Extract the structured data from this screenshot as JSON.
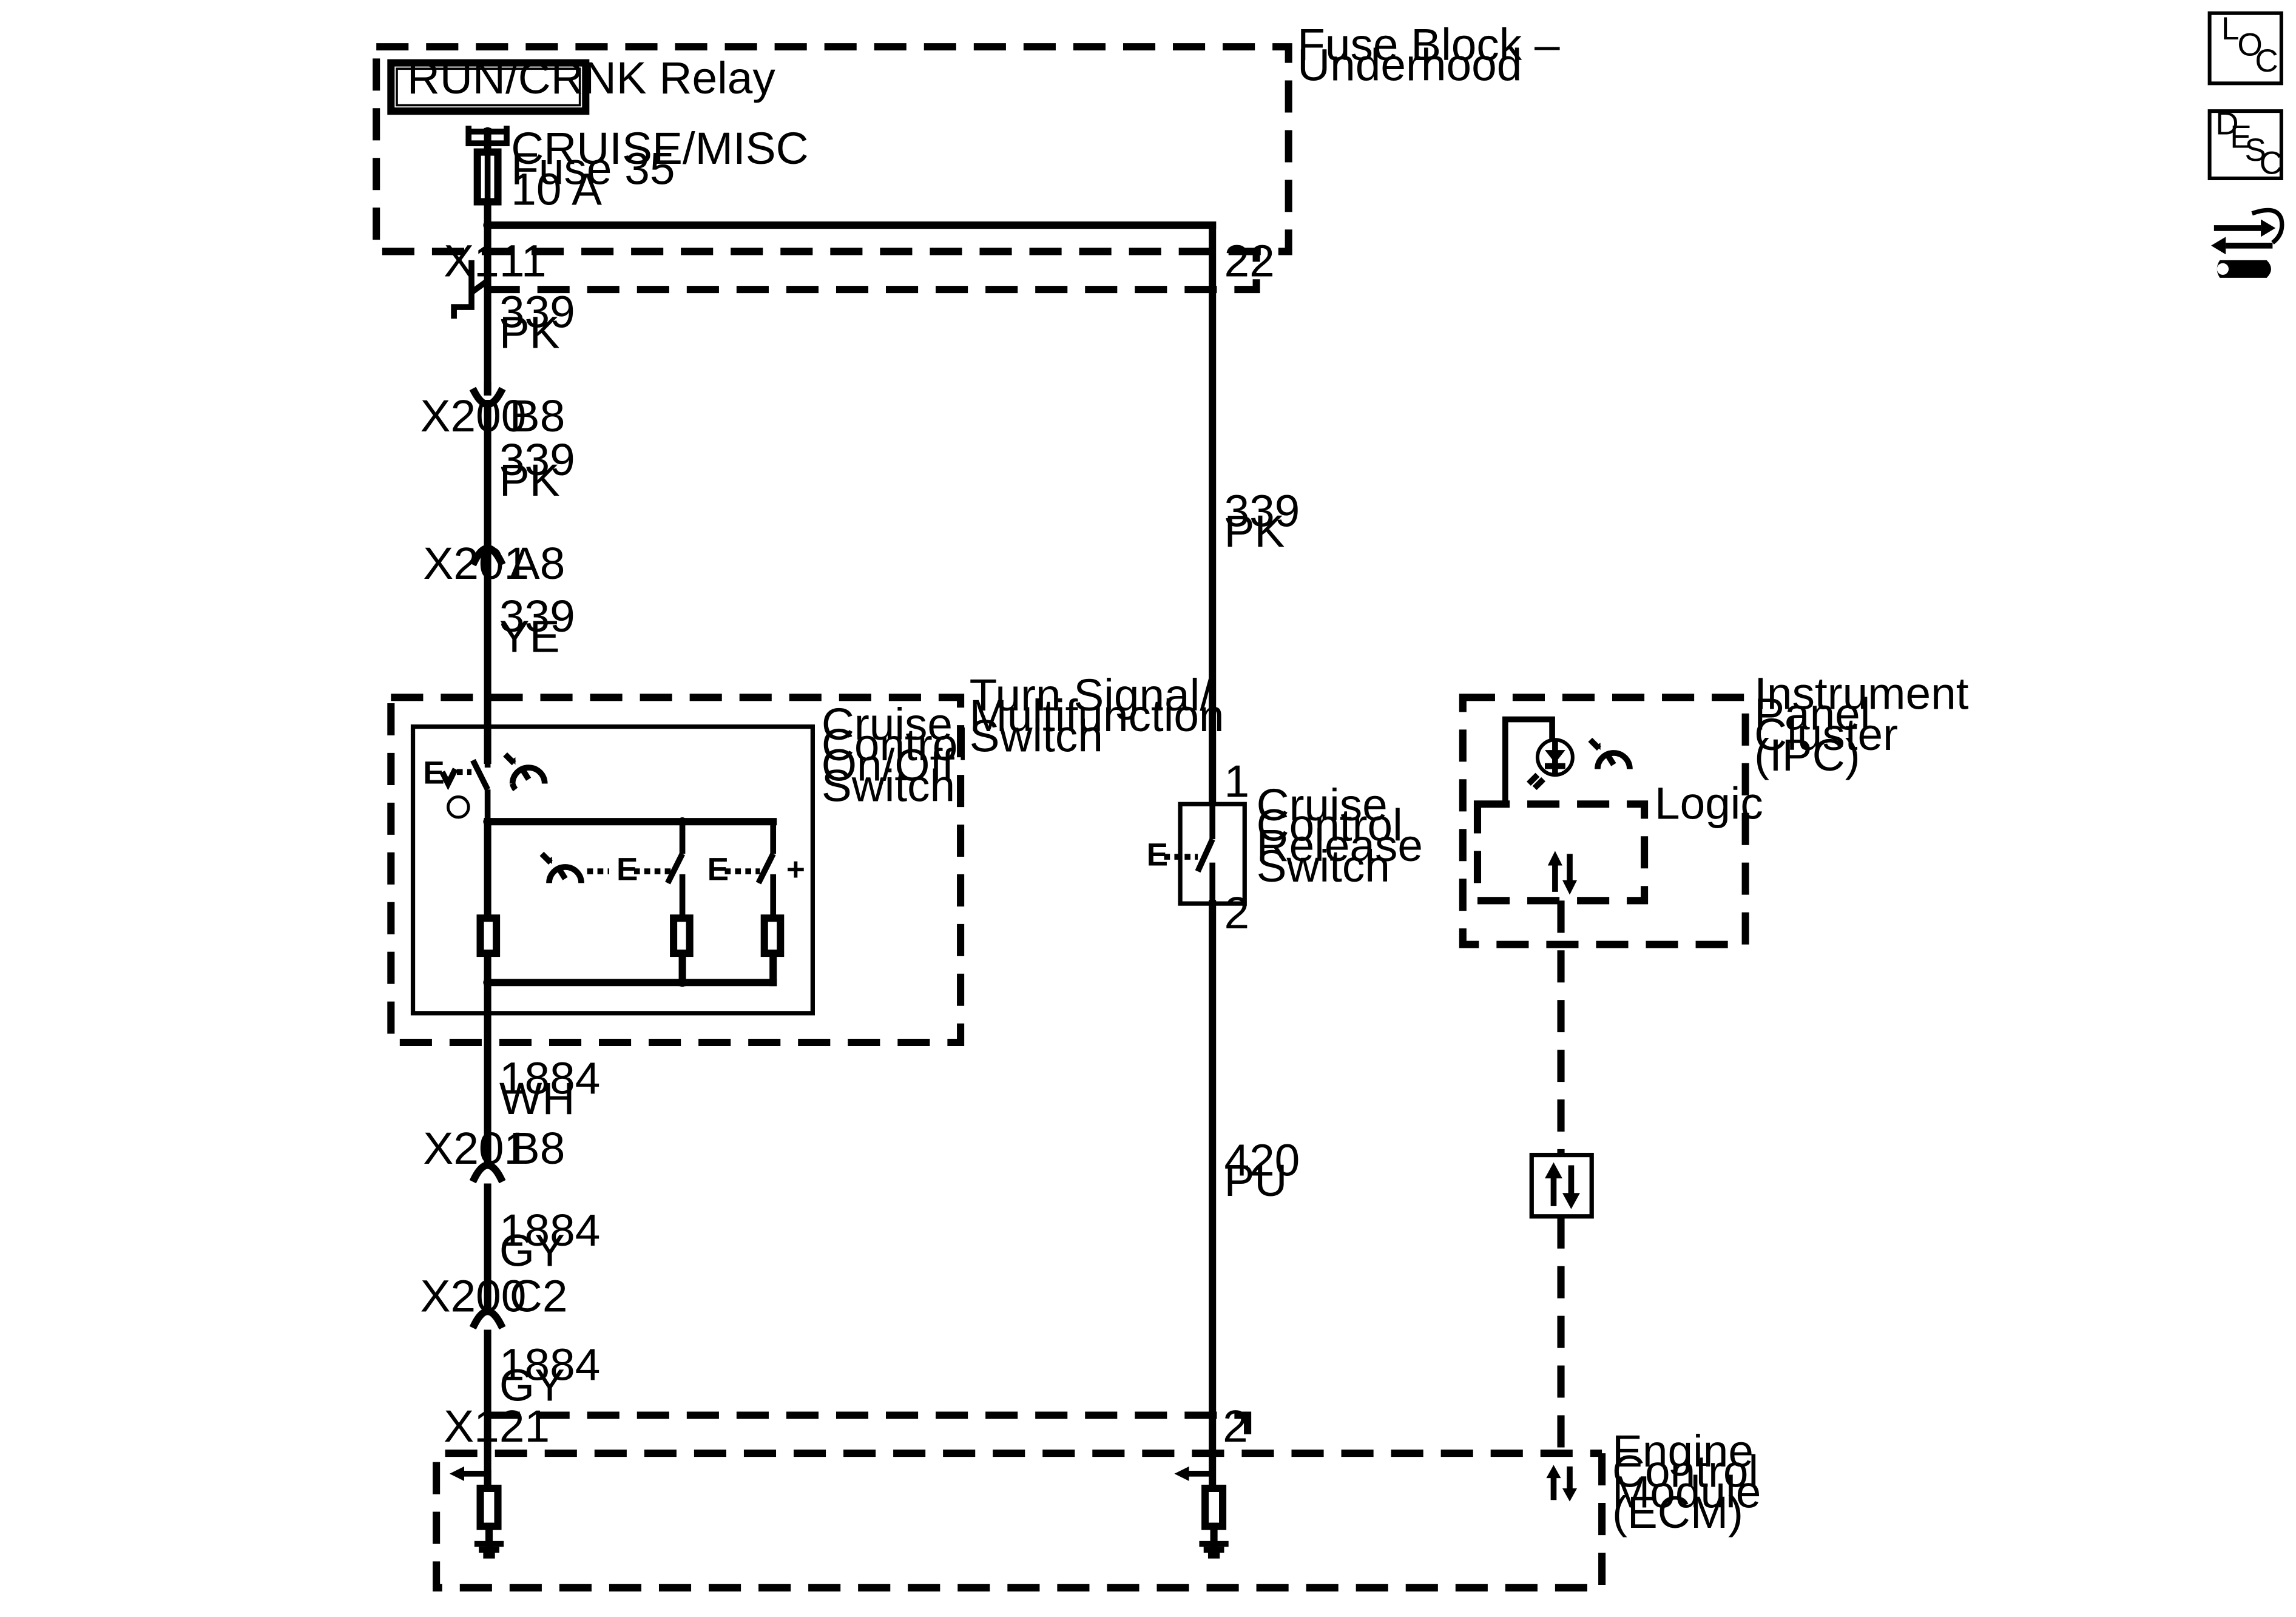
{
  "fuse_block": {
    "title_line1": "Fuse Block –",
    "title_line2": "Underhood"
  },
  "relay": {
    "label": "RUN/CRNK Relay"
  },
  "fuse": {
    "line1": "CRUISE/MISC",
    "line2": "Fuse 35",
    "line3": "10 A"
  },
  "connectors": {
    "x1_top": {
      "name": "X1",
      "pin_left": "11",
      "pin_right": "22"
    },
    "x200_top": {
      "name": "X200",
      "pin": "B8"
    },
    "x201_top": {
      "name": "X201",
      "pin": "A8"
    },
    "x201_bottom": {
      "name": "X201",
      "pin": "B8"
    },
    "x200_bottom": {
      "name": "X200",
      "pin": "C2"
    },
    "x1_bottom": {
      "name": "X1",
      "pin_left": "21",
      "pin_right": "2"
    }
  },
  "wires": {
    "w1": {
      "circuit": "339",
      "color": "PK"
    },
    "w2": {
      "circuit": "339",
      "color": "PK"
    },
    "w3": {
      "circuit": "339",
      "color": "YE"
    },
    "w4": {
      "circuit": "1884",
      "color": "WH"
    },
    "w5": {
      "circuit": "1884",
      "color": "GY"
    },
    "w6": {
      "circuit": "1884",
      "color": "GY"
    },
    "w7": {
      "circuit": "339",
      "color": "PK"
    },
    "w8": {
      "circuit": "420",
      "color": "PU"
    }
  },
  "turn_signal_switch": {
    "line1": "Turn Signal/",
    "line2": "Multifunction",
    "line3": "Switch"
  },
  "cruise_onoff_switch": {
    "line1": "Cruise",
    "line2": "Control",
    "line3": "On/Off",
    "line4": "Switch"
  },
  "release_switch": {
    "line1": "Cruise",
    "line2": "Control",
    "line3": "Release",
    "line4": "Switch",
    "pin_top": "1",
    "pin_bottom": "2"
  },
  "ipc": {
    "line1": "Instrument",
    "line2": "Panel",
    "line3": "Cluster",
    "line4": "(IPC)",
    "logic_label": "Logic"
  },
  "ecm": {
    "line1": "Engine",
    "line2": "Control",
    "line3": "Module",
    "line4": "(ECM)"
  },
  "side_buttons": {
    "loc": [
      "L",
      "O",
      "C"
    ],
    "desc": [
      "D",
      "E",
      "S",
      "C"
    ]
  },
  "glyphs": {
    "plus": "+",
    "e_left": "E",
    "e_mid": "E",
    "e_right": "E",
    "e_release": "E"
  }
}
